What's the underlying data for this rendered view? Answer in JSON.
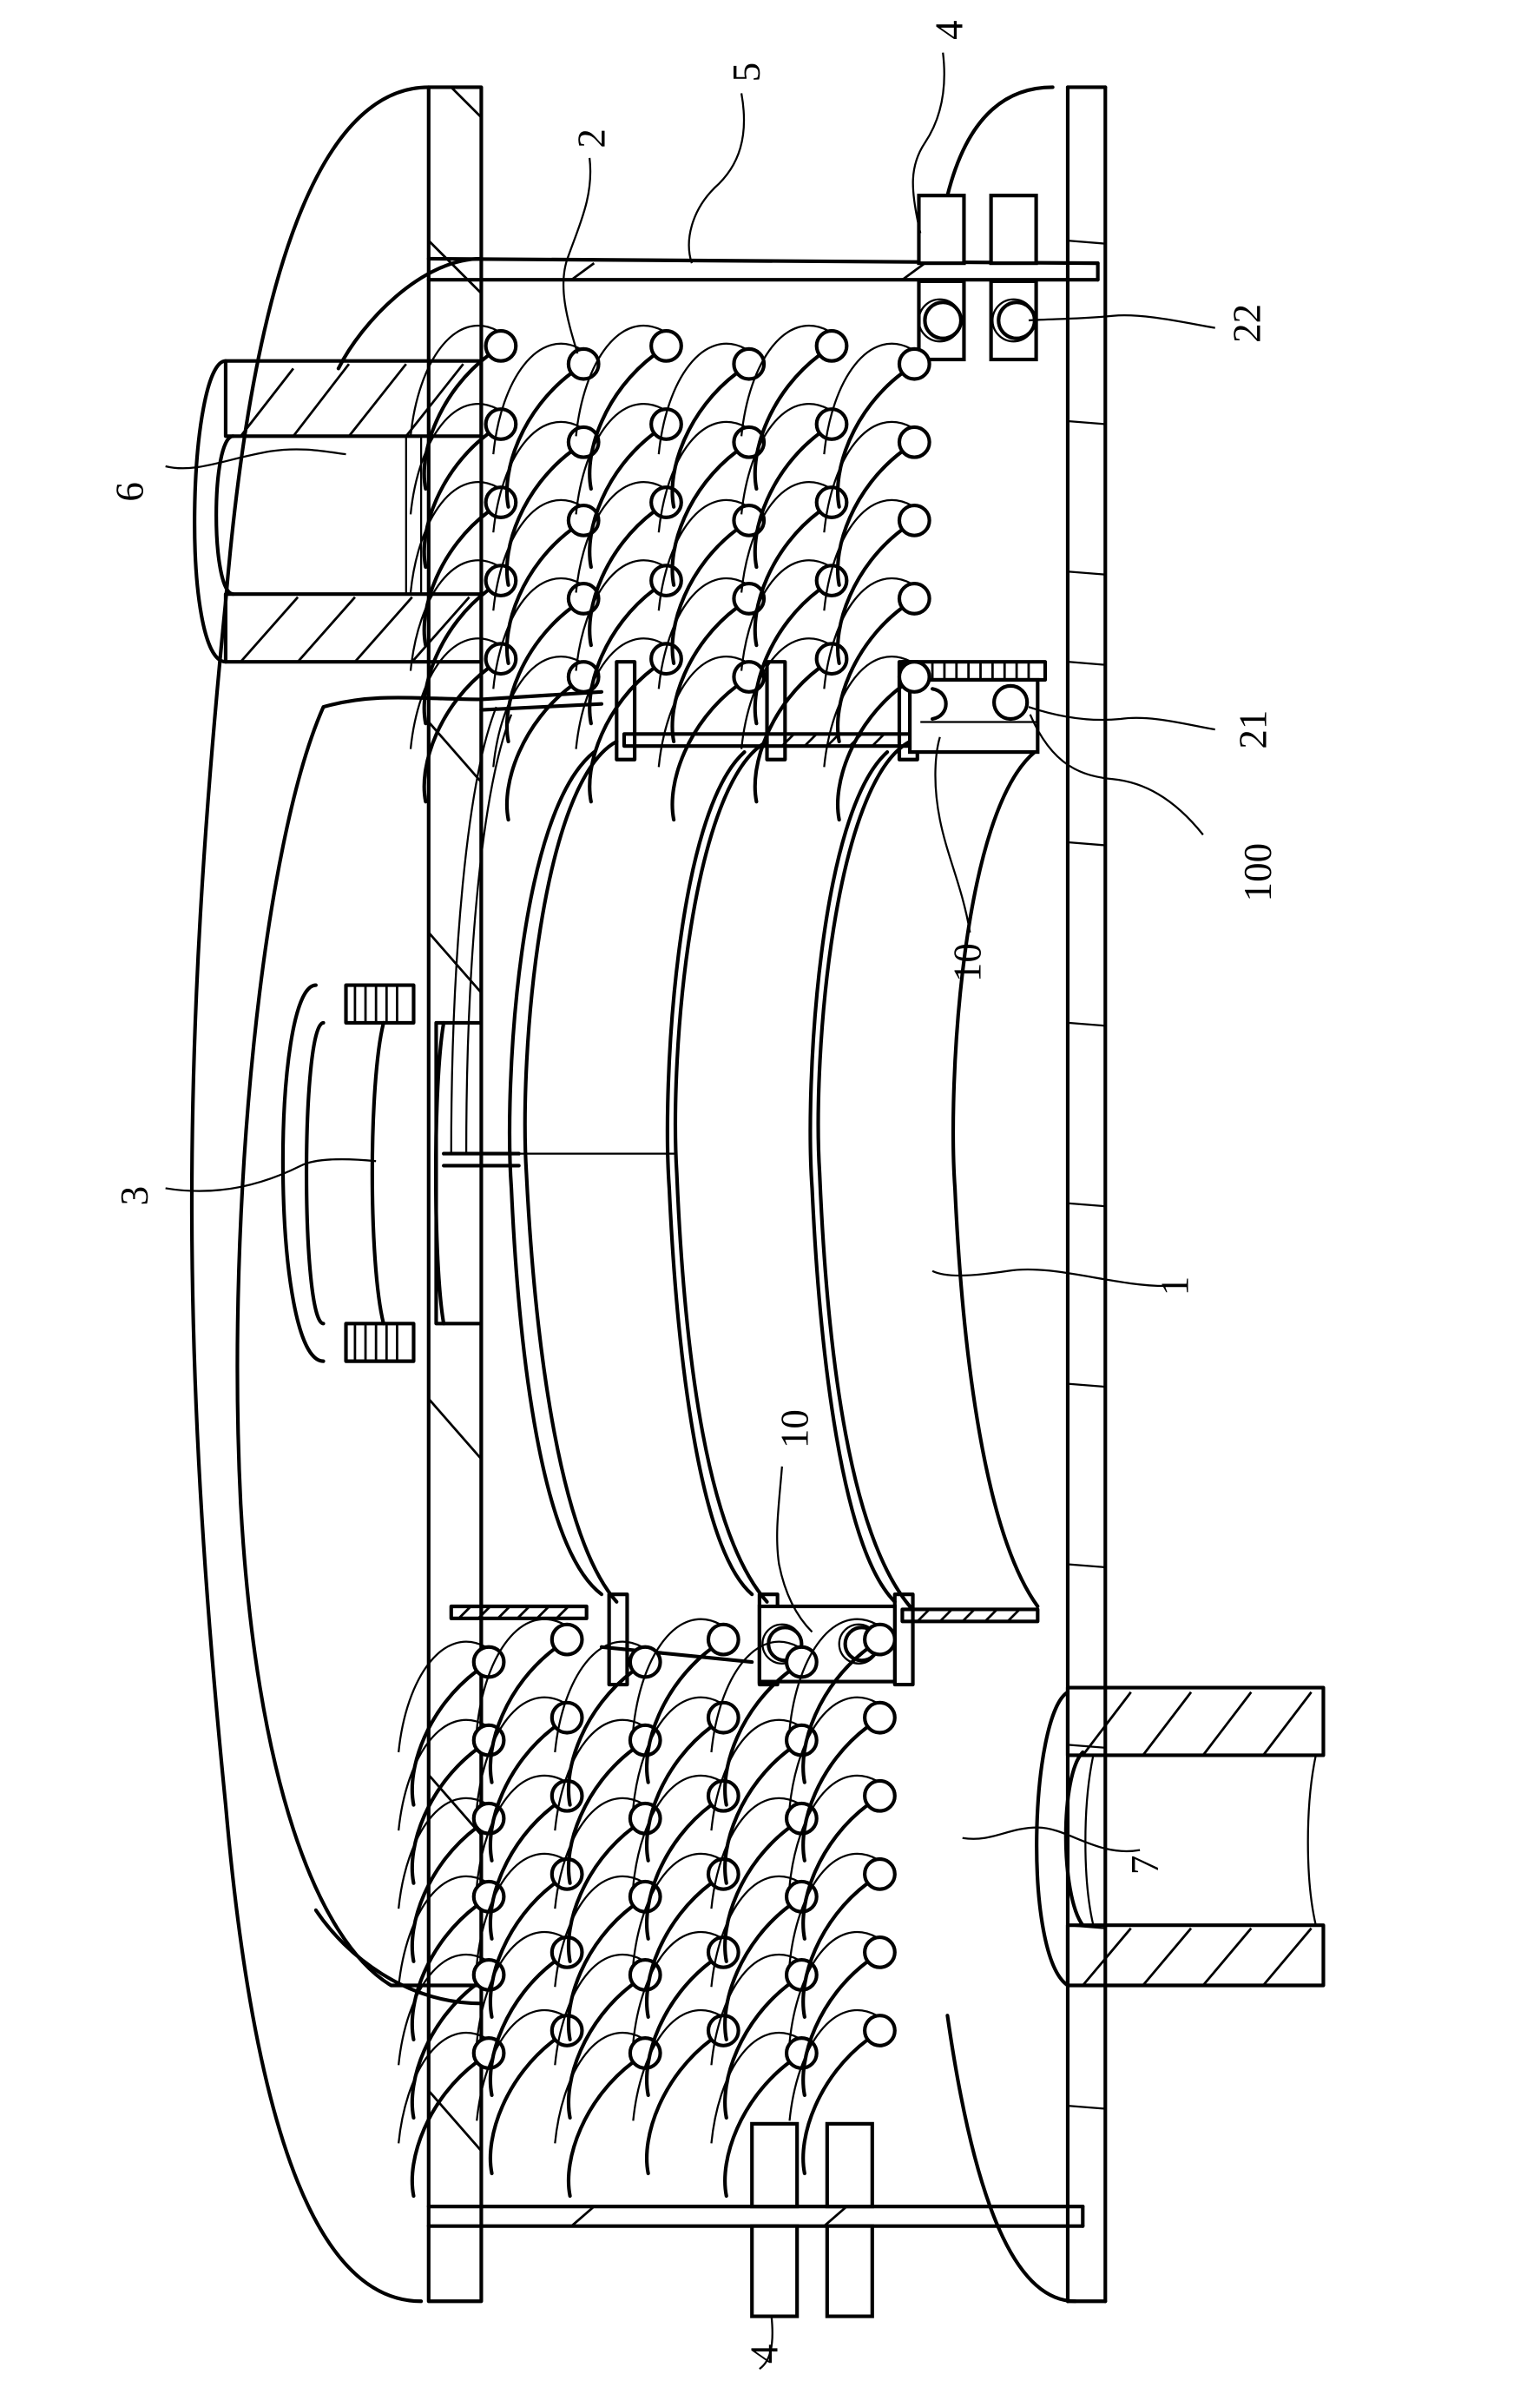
{
  "figure": {
    "type": "patent technical drawing (rotated 90°)",
    "background": "#ffffff",
    "line_color": "#000000"
  },
  "reference_numerals": [
    {
      "id": "n1",
      "text": "1",
      "part": "main cylinder body"
    },
    {
      "id": "n2",
      "text": "2",
      "part": "coiled tube bundle"
    },
    {
      "id": "n3",
      "text": "3",
      "part": "central port"
    },
    {
      "id": "n4a",
      "text": "4",
      "part": "support block (top)"
    },
    {
      "id": "n4b",
      "text": "4",
      "part": "support block (bottom)"
    },
    {
      "id": "n5",
      "text": "5",
      "part": "partition plate"
    },
    {
      "id": "n6",
      "text": "6",
      "part": "inlet pipe"
    },
    {
      "id": "n7",
      "text": "7",
      "part": "outlet pipe"
    },
    {
      "id": "n10a",
      "text": "10",
      "part": "connector (upper)"
    },
    {
      "id": "n10b",
      "text": "10",
      "part": "connector (lower)"
    },
    {
      "id": "n21",
      "text": "21",
      "part": "tube end"
    },
    {
      "id": "n22",
      "text": "22",
      "part": "tube end fitting"
    },
    {
      "id": "n100",
      "text": "100",
      "part": "through-hole"
    }
  ],
  "labels": {
    "n1": "1",
    "n2": "2",
    "n3": "3",
    "n4a": "4",
    "n4b": "4",
    "n5": "5",
    "n6": "6",
    "n7": "7",
    "n10a": "10",
    "n10b": "10",
    "n21": "21",
    "n22": "22",
    "n100": "100"
  }
}
